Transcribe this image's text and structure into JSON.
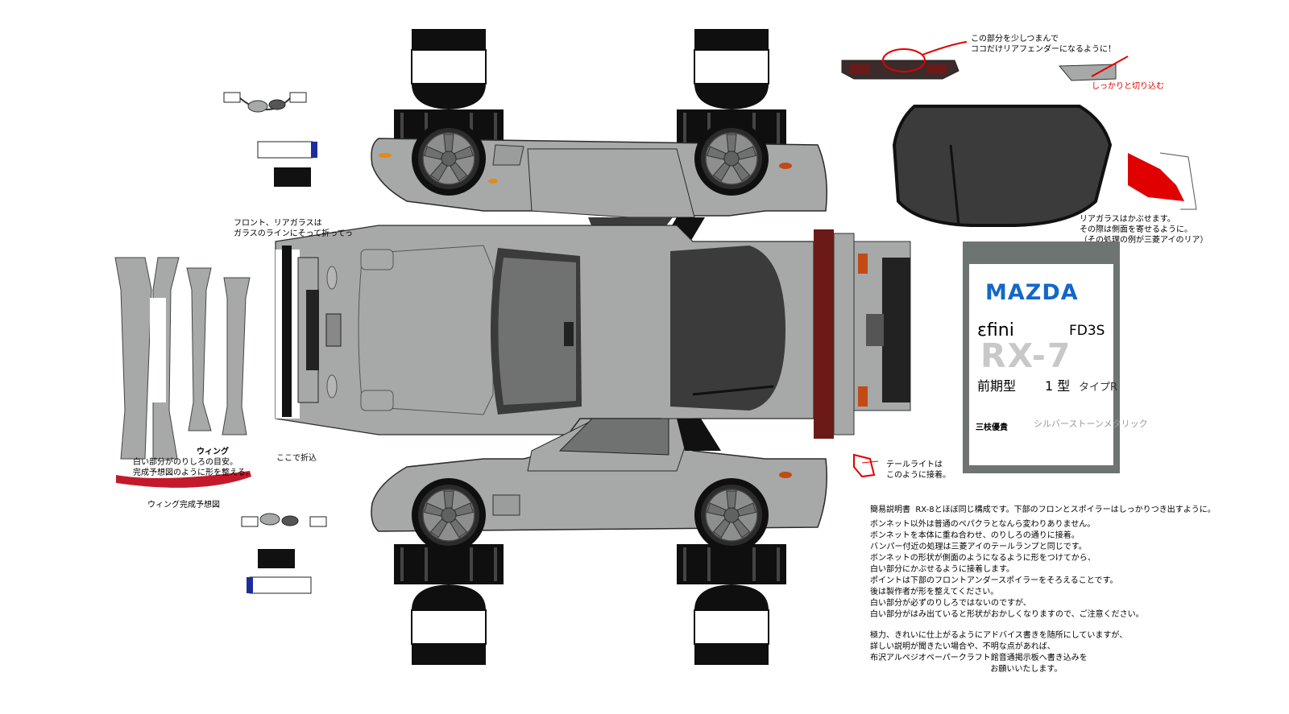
{
  "colors": {
    "body": "#a6a9a8",
    "body_outline": "#2a2a2a",
    "glass": "#3b3b3b",
    "glass_light": "#6f7270",
    "tire": "#0f0f0f",
    "wheel": "#8c8f8e",
    "brand_blue": "#1467c8",
    "tail_red": "#6b1a17",
    "wing_red": "#c4192a",
    "annotation_red": "#e00000",
    "label_frame": "#6d7472"
  },
  "label": {
    "brand": "MAZDA",
    "sub_brand": "εfini",
    "code": "FD3S",
    "model": "RX-7",
    "generation": "前期型",
    "type": "1 型",
    "trim": "タイプR",
    "designer": "三枝優貴",
    "color_name": "シルバーストーンメタリック"
  },
  "notes": {
    "rear_fender": "この部分を少しつまんで\nココだけリアフェンダーになるように！",
    "cut_in": "しっかりと切り込む",
    "glass_fold": "フロント、リアガラスは\nガラスのラインにそって折ってっ",
    "rear_glass": "リアガラスはかぶせます。\nその際は側面を寄せるように。\n（その処理の例が三菱アイのリア）",
    "wing_title": "ウィング",
    "wing_hint": "白い部分がのりしろの目安。\n完成予想図のように形を整える。",
    "wing_preview": "ウィング完成予想図",
    "fold_here": "ここで折込",
    "tail_light": "テールライトは\nこのように接着。",
    "description_title": "簡易説明書  RX-8とほぼ同じ構成です。下部のフロンとスポイラーはしっかりつき出すように。",
    "description_body": "ボンネット以外は普通のペパクラとなんら変わりありません。\nボンネットを本体に重ね合わせ、のりしろの通りに接着。\nバンパー付近の処理は三菱アイのテールランプと同じです。\nボンネットの形状が側面のようになるように形をつけてから、\n白い部分にかぶせるように接着します。\nポイントは下部のフロントアンダースポイラーをそろえることです。\n後は製作者が形を整えてください。\n白い部分が必ずのりしろではないのですが、\n白い部分がはみ出ていると形状がおかしくなりますので、ご注意ください。",
    "description_footer": "極力、きれいに仕上がるようにアドバイス書きを随所にしていますが、\n詳しい説明が聞きたい場合や、不明な点があれば、\n布沢アルペジオペーパークラフト館音通掲示板へ書き込みを\n                                               お願いいたします。"
  }
}
